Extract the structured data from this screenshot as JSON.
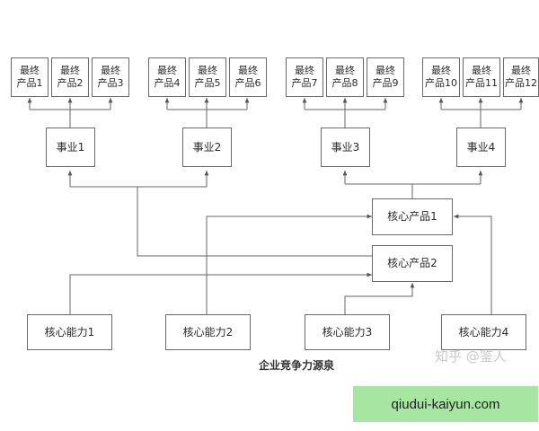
{
  "diagram": {
    "final_products": [
      {
        "line1": "最终",
        "line2": "产品1"
      },
      {
        "line1": "最终",
        "line2": "产品2"
      },
      {
        "line1": "最终",
        "line2": "产品3"
      },
      {
        "line1": "最终",
        "line2": "产品4"
      },
      {
        "line1": "最终",
        "line2": "产品5"
      },
      {
        "line1": "最终",
        "line2": "产品6"
      },
      {
        "line1": "最终",
        "line2": "产品7"
      },
      {
        "line1": "最终",
        "line2": "产品8"
      },
      {
        "line1": "最终",
        "line2": "产品9"
      },
      {
        "line1": "最终",
        "line2": "产品10"
      },
      {
        "line1": "最终",
        "line2": "产品11"
      },
      {
        "line1": "最终",
        "line2": "产品12"
      }
    ],
    "businesses": [
      "事业1",
      "事业2",
      "事业3",
      "事业4"
    ],
    "core_products": [
      "核心产品1",
      "核心产品2"
    ],
    "core_competencies": [
      "核心能力1",
      "核心能力2",
      "核心能力3",
      "核心能力4"
    ],
    "caption": "企业竞争力源泉"
  },
  "overlay": {
    "watermark": "知乎 @鉴人",
    "banner": "qiudui-kaiyun.com"
  }
}
